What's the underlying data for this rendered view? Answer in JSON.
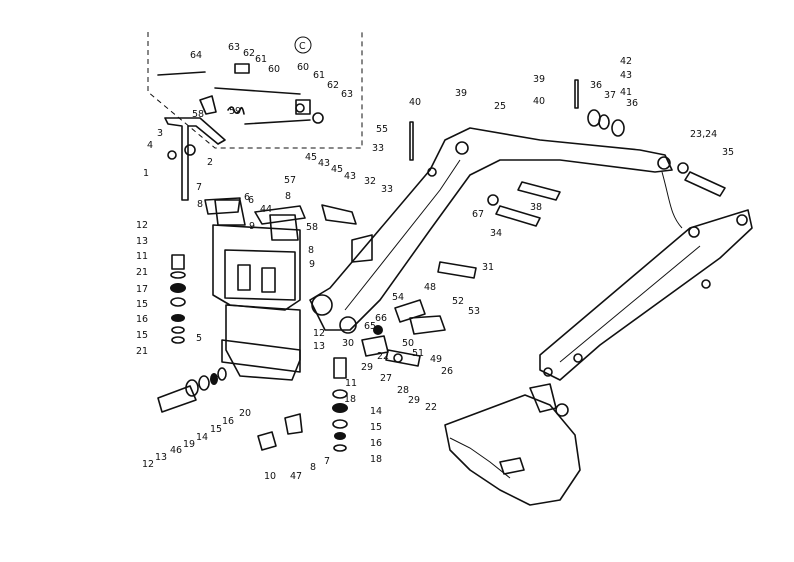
{
  "inset_marker": "C",
  "callouts": [
    {
      "id": "64",
      "text": "64"
    },
    {
      "id": "63a",
      "text": "63"
    },
    {
      "id": "62a",
      "text": "62"
    },
    {
      "id": "61a",
      "text": "61"
    },
    {
      "id": "60a",
      "text": "60"
    },
    {
      "id": "60b",
      "text": "60"
    },
    {
      "id": "61b",
      "text": "61"
    },
    {
      "id": "62b",
      "text": "62"
    },
    {
      "id": "63b",
      "text": "63"
    },
    {
      "id": "58a",
      "text": "58"
    },
    {
      "id": "59",
      "text": "59"
    },
    {
      "id": "3",
      "text": "3"
    },
    {
      "id": "4",
      "text": "4"
    },
    {
      "id": "2",
      "text": "2"
    },
    {
      "id": "1",
      "text": "1"
    },
    {
      "id": "7a",
      "text": "7"
    },
    {
      "id": "8a",
      "text": "8"
    },
    {
      "id": "6a",
      "text": "6"
    },
    {
      "id": "6b",
      "text": "6"
    },
    {
      "id": "9a",
      "text": "9"
    },
    {
      "id": "57",
      "text": "57"
    },
    {
      "id": "8b",
      "text": "8"
    },
    {
      "id": "44",
      "text": "44"
    },
    {
      "id": "58b",
      "text": "58"
    },
    {
      "id": "8c",
      "text": "8"
    },
    {
      "id": "9b",
      "text": "9"
    },
    {
      "id": "45a",
      "text": "45"
    },
    {
      "id": "43a",
      "text": "43"
    },
    {
      "id": "45b",
      "text": "45"
    },
    {
      "id": "43b",
      "text": "43"
    },
    {
      "id": "32",
      "text": "32"
    },
    {
      "id": "33a",
      "text": "33"
    },
    {
      "id": "12a",
      "text": "12"
    },
    {
      "id": "13a",
      "text": "13"
    },
    {
      "id": "11a",
      "text": "11"
    },
    {
      "id": "21a",
      "text": "21"
    },
    {
      "id": "17",
      "text": "17"
    },
    {
      "id": "15a",
      "text": "15"
    },
    {
      "id": "16a",
      "text": "16"
    },
    {
      "id": "15b",
      "text": "15"
    },
    {
      "id": "21b",
      "text": "21"
    },
    {
      "id": "5",
      "text": "5"
    },
    {
      "id": "40a",
      "text": "40"
    },
    {
      "id": "39a",
      "text": "39"
    },
    {
      "id": "55",
      "text": "55"
    },
    {
      "id": "33b",
      "text": "33"
    },
    {
      "id": "25",
      "text": "25"
    },
    {
      "id": "39b",
      "text": "39"
    },
    {
      "id": "36a",
      "text": "36"
    },
    {
      "id": "37",
      "text": "37"
    },
    {
      "id": "40b",
      "text": "40"
    },
    {
      "id": "36b",
      "text": "36"
    },
    {
      "id": "42",
      "text": "42"
    },
    {
      "id": "43c",
      "text": "43"
    },
    {
      "id": "41",
      "text": "41"
    },
    {
      "id": "2324",
      "text": "23,24"
    },
    {
      "id": "35",
      "text": "35"
    },
    {
      "id": "67",
      "text": "67"
    },
    {
      "id": "38",
      "text": "38"
    },
    {
      "id": "34",
      "text": "34"
    },
    {
      "id": "31",
      "text": "31"
    },
    {
      "id": "54",
      "text": "54"
    },
    {
      "id": "48",
      "text": "48"
    },
    {
      "id": "52",
      "text": "52"
    },
    {
      "id": "53",
      "text": "53"
    },
    {
      "id": "66",
      "text": "66"
    },
    {
      "id": "65",
      "text": "65"
    },
    {
      "id": "30",
      "text": "30"
    },
    {
      "id": "50",
      "text": "50"
    },
    {
      "id": "51",
      "text": "51"
    },
    {
      "id": "49",
      "text": "49"
    },
    {
      "id": "22a",
      "text": "22"
    },
    {
      "id": "29a",
      "text": "29"
    },
    {
      "id": "27",
      "text": "27"
    },
    {
      "id": "26",
      "text": "26"
    },
    {
      "id": "28",
      "text": "28"
    },
    {
      "id": "29b",
      "text": "29"
    },
    {
      "id": "22b",
      "text": "22"
    },
    {
      "id": "12b",
      "text": "12"
    },
    {
      "id": "13b",
      "text": "13"
    },
    {
      "id": "11b",
      "text": "11"
    },
    {
      "id": "18a",
      "text": "18"
    },
    {
      "id": "14a",
      "text": "14"
    },
    {
      "id": "15c",
      "text": "15"
    },
    {
      "id": "16b",
      "text": "16"
    },
    {
      "id": "18b",
      "text": "18"
    },
    {
      "id": "20",
      "text": "20"
    },
    {
      "id": "16c",
      "text": "16"
    },
    {
      "id": "15d",
      "text": "15"
    },
    {
      "id": "14b",
      "text": "14"
    },
    {
      "id": "19",
      "text": "19"
    },
    {
      "id": "46",
      "text": "46"
    },
    {
      "id": "13c",
      "text": "13"
    },
    {
      "id": "12c",
      "text": "12"
    },
    {
      "id": "10",
      "text": "10"
    },
    {
      "id": "47",
      "text": "47"
    },
    {
      "id": "8d",
      "text": "8"
    },
    {
      "id": "7b",
      "text": "7"
    }
  ]
}
